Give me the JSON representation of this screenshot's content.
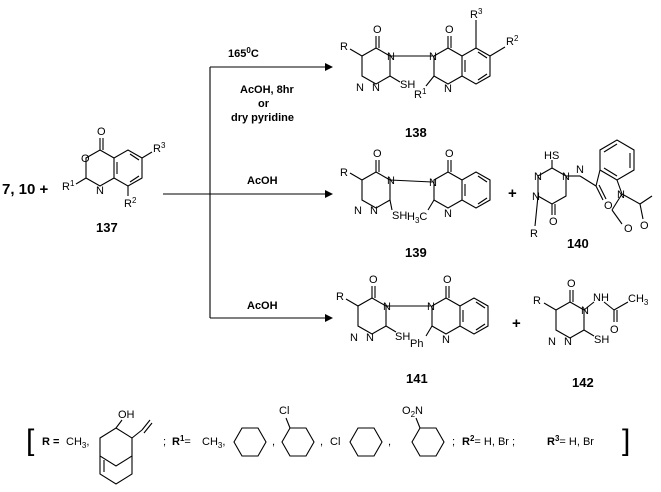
{
  "reactant": {
    "prefix": "7, 10 +",
    "label": "137",
    "atoms": {
      "O_carbonyl": "O",
      "O_ring": "O",
      "N": "N",
      "R1": "R",
      "R1sup": "1",
      "R2": "R",
      "R2sup": "2",
      "R3": "R",
      "R3sup": "3"
    }
  },
  "conditions": {
    "top_temp": "165",
    "top_temp_sup": "0",
    "top_temp_unit": "C",
    "top_line2": "AcOH, 8hr",
    "top_line3": "or",
    "top_line4": "dry pyridine",
    "middle": "AcOH",
    "bottom": "AcOH"
  },
  "products": {
    "p138": {
      "label": "138"
    },
    "p139": {
      "label": "139"
    },
    "p140": {
      "label": "140"
    },
    "p141": {
      "label": "141"
    },
    "p142": {
      "label": "142"
    }
  },
  "plus_sign": "+",
  "atom_text": {
    "R": "R",
    "O": "O",
    "N": "N",
    "SH": "SH",
    "HS": "HS",
    "Ph": "Ph",
    "CH3": "CH",
    "sub3": "3",
    "H3C": "H",
    "C": "C",
    "OH": "OH",
    "Cl": "Cl",
    "NO": "O",
    "NO2": "N",
    "sub2": "2",
    "sup1": "1",
    "sup2": "2",
    "sup3": "3"
  },
  "legend": {
    "open_bracket": "[",
    "close_bracket": "]",
    "R_eq": "R =",
    "CH3": "CH",
    "sub3": "3",
    "comma": ",",
    "semicolon": ";",
    "R1_eq": "R",
    "R1_sup": "1",
    "R1_eq2": "=",
    "R2_text": "R",
    "R2_sup": "2",
    "R2_eq": "= H, Br ;",
    "R3_text": "R",
    "R3_sup": "3",
    "R3_eq": "= H, Br"
  }
}
